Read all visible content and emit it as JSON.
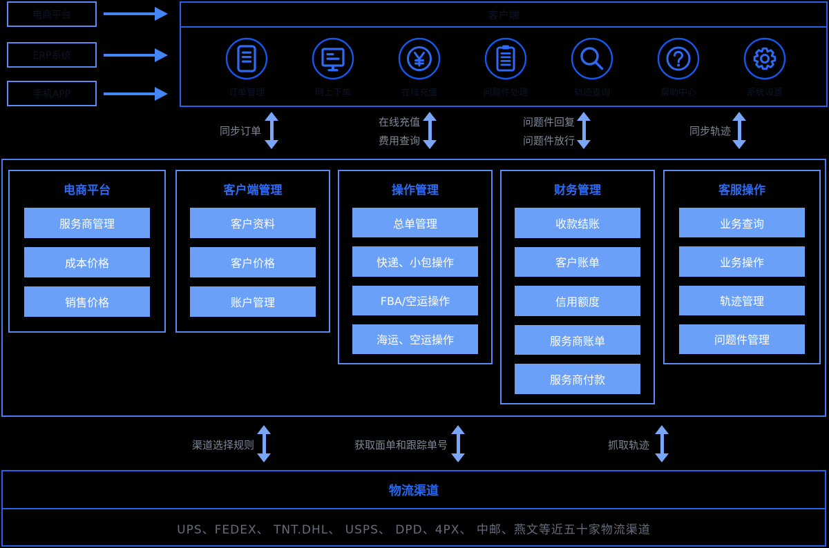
{
  "colors": {
    "accent_blue": "#2e6bf2",
    "strong_border": "#2563eb",
    "light_border": "#5b8cf5",
    "button_fill": "#6aa0f7",
    "arrow_blue": "#4486f5",
    "double_arrow_blue": "#79a6f8",
    "gray_label": "#7e8795",
    "hidden_dark_text": "#0c1526"
  },
  "sources": [
    {
      "label": "电商平台"
    },
    {
      "label": "ERP系统"
    },
    {
      "label": "手机APP"
    }
  ],
  "client": {
    "title": "客户端",
    "modules": [
      {
        "label": "订单管理",
        "icon": "order-icon"
      },
      {
        "label": "网上下单",
        "icon": "monitor-icon"
      },
      {
        "label": "在线充值",
        "icon": "yen-icon"
      },
      {
        "label": "问题件处理",
        "icon": "clipboard-icon"
      },
      {
        "label": "轨迹查询",
        "icon": "search-icon"
      },
      {
        "label": "帮助中心",
        "icon": "question-icon"
      },
      {
        "label": "系统设置",
        "icon": "gear-icon"
      }
    ]
  },
  "top_links": [
    {
      "line1": "同步订单",
      "line2": ""
    },
    {
      "line1": "在线充值",
      "line2": "费用查询"
    },
    {
      "line1": "问题件回复",
      "line2": "问题件放行"
    },
    {
      "line1": "同步轨迹",
      "line2": ""
    }
  ],
  "platform": {
    "columns": [
      {
        "title": "电商平台",
        "items": [
          "服务商管理",
          "成本价格",
          "销售价格"
        ]
      },
      {
        "title": "客户端管理",
        "items": [
          "客户资料",
          "客户价格",
          "账户管理"
        ]
      },
      {
        "title": "操作管理",
        "items": [
          "总单管理",
          "快递、小包操作",
          "FBA/空运操作",
          "海运、空运操作"
        ]
      },
      {
        "title": "财务管理",
        "items": [
          "收款结账",
          "客户账单",
          "信用额度",
          "服务商账单",
          "服务商付款"
        ]
      },
      {
        "title": "客服操作",
        "items": [
          "业务查询",
          "业务操作",
          "轨迹管理",
          "问题件管理"
        ]
      }
    ]
  },
  "bottom_links": [
    {
      "label": "渠道选择规则"
    },
    {
      "label": "获取面单和跟踪单号"
    },
    {
      "label": "抓取轨迹"
    }
  ],
  "channels": {
    "title": "物流渠道",
    "list": "UPS、FEDEX、 TNT.DHL、 USPS、 DPD、4PX、 中邮、燕文等近五十家物流渠道"
  }
}
